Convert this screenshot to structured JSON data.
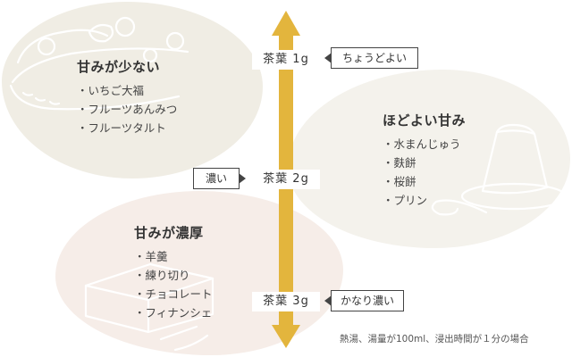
{
  "groups": {
    "low": {
      "title": "甘みが少ない",
      "items": [
        "いちご大福",
        "フルーツあんみつ",
        "フルーツタルト"
      ]
    },
    "mid": {
      "title": "ほどよい甘み",
      "items": [
        "水まんじゅう",
        "麩餅",
        "桜餅",
        "プリン"
      ]
    },
    "high": {
      "title": "甘みが濃厚",
      "items": [
        "羊羹",
        "練り切り",
        "チョコレート",
        "フィナンシェ"
      ]
    }
  },
  "levels": {
    "l1": "茶葉 1g",
    "l2": "茶葉 2g",
    "l3": "茶葉 3g"
  },
  "tags": {
    "t1": "ちょうどよい",
    "t2": "濃い",
    "t3": "かなり濃い"
  },
  "footnote": "熱湯、湯量が100ml、浸出時間が１分の場合",
  "colors": {
    "arrow": "#e3b53d",
    "blob_top": "#f0ede4",
    "blob_right": "#f4f2ec",
    "blob_bottom": "#f6ede8"
  }
}
